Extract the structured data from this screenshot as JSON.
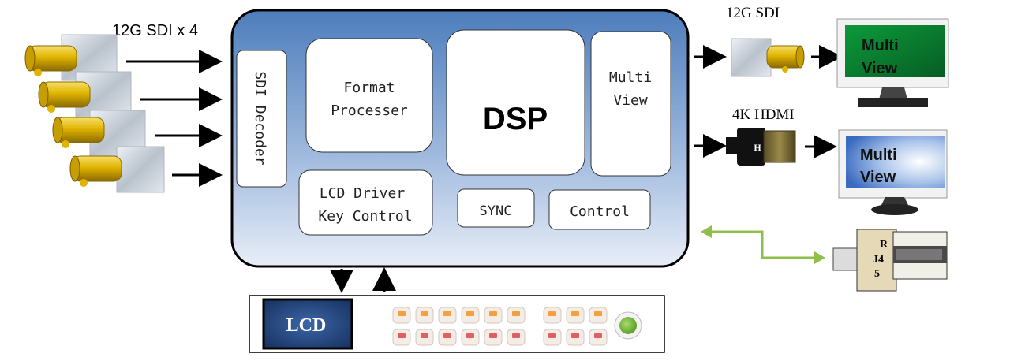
{
  "inputs": {
    "label": "12G SDI x 4"
  },
  "processor": {
    "sdi_decoder": "SDI Decoder",
    "format_processer_line1": "Format",
    "format_processer_line2": "Processer",
    "dsp": "DSP",
    "multi_view_line1": "Multi",
    "multi_view_line2": "View",
    "lcd_driver_line1": "LCD Driver",
    "lcd_driver_line2": "Key Control",
    "sync": "SYNC",
    "control": "Control"
  },
  "outputs": {
    "sdi_label": "12G SDI",
    "hdmi_label": "4K HDMI",
    "hdmi_plug_letter": "H",
    "monitor_top_line1": "Multi",
    "monitor_top_line2": "View",
    "monitor_bottom_line1": "Multi",
    "monitor_bottom_line2": "View"
  },
  "rj45": {
    "line1": "R",
    "line2": "J4",
    "line3": "5"
  },
  "panel": {
    "lcd": "LCD"
  },
  "colors": {
    "processor_top": "#4f7fbd",
    "processor_bottom": "#e4ecf7",
    "connector_gold": "#d4a900",
    "monitor_green": "#0a7a2f",
    "monitor_blue": "#3d6fc0",
    "lcd_navy": "#1f3f79",
    "link_green": "#8fbe4a",
    "button_orange": "#f5a03a",
    "button_red": "#e06060",
    "knob_green": "#7bc242"
  }
}
